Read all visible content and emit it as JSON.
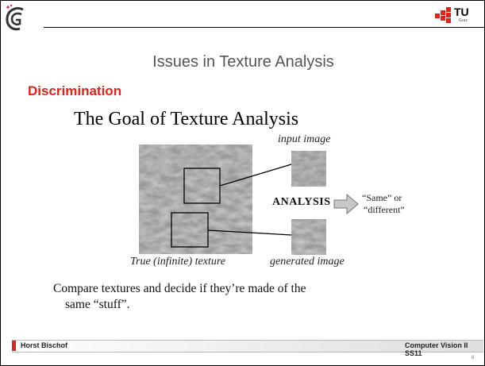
{
  "header": {
    "university_logo_text": "TU",
    "university_logo_subtext": "Graz",
    "colors": {
      "accent": "#e2221b",
      "title_gray": "#555555"
    }
  },
  "slide": {
    "title": "Issues in Texture Analysis",
    "section": "Discrimination",
    "figure": {
      "heading": "The Goal of Texture Analysis",
      "input_label": "input image",
      "analysis_label": "ANALYSIS",
      "result_line1": "“Same” or",
      "result_line2": "“different”",
      "true_texture_label": "True (infinite) texture",
      "generated_label": "generated image",
      "caption_line1": "Compare textures and decide if they’re made of the",
      "caption_line2": "same “stuff”."
    }
  },
  "footer": {
    "author": "Horst Bischof",
    "course": "Computer Vision II SS11",
    "page_number": "6"
  }
}
